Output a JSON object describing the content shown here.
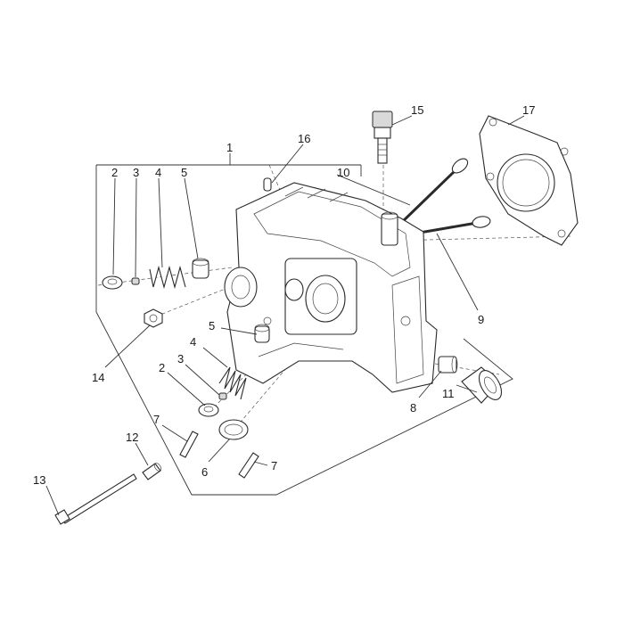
{
  "callouts": [
    {
      "id": "1",
      "text": "1"
    },
    {
      "id": "2a",
      "text": "2"
    },
    {
      "id": "3a",
      "text": "3"
    },
    {
      "id": "4a",
      "text": "4"
    },
    {
      "id": "5a",
      "text": "5"
    },
    {
      "id": "16",
      "text": "16"
    },
    {
      "id": "15",
      "text": "15"
    },
    {
      "id": "17",
      "text": "17"
    },
    {
      "id": "10",
      "text": "10"
    },
    {
      "id": "9",
      "text": "9"
    },
    {
      "id": "14",
      "text": "14"
    },
    {
      "id": "5b",
      "text": "5"
    },
    {
      "id": "4b",
      "text": "4"
    },
    {
      "id": "3b",
      "text": "3"
    },
    {
      "id": "2b",
      "text": "2"
    },
    {
      "id": "7a",
      "text": "7"
    },
    {
      "id": "12",
      "text": "12"
    },
    {
      "id": "13",
      "text": "13"
    },
    {
      "id": "6",
      "text": "6"
    },
    {
      "id": "7b",
      "text": "7"
    },
    {
      "id": "8",
      "text": "8"
    },
    {
      "id": "11",
      "text": "11"
    }
  ]
}
